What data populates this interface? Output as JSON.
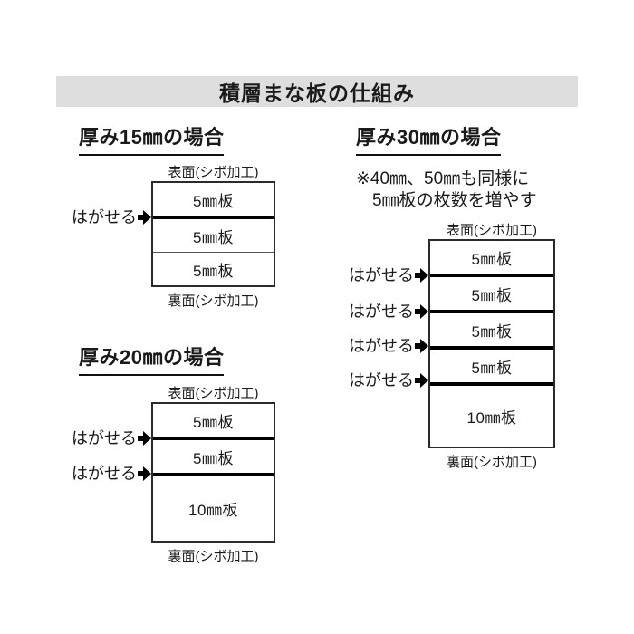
{
  "banner": {
    "title": "積層まな板の仕組み"
  },
  "shared": {
    "front_label": "表面(シボ加工)",
    "back_label": "裏面(シボ加工)",
    "peel_label": "はがせる",
    "peel_arrow_icon": "black-right-arrow"
  },
  "case15": {
    "heading": "厚み15㎜の場合",
    "layers": [
      "5㎜板",
      "5㎜板",
      "5㎜板"
    ]
  },
  "case20": {
    "heading": "厚み20㎜の場合",
    "layers": [
      "5㎜板",
      "5㎜板",
      "10㎜板"
    ]
  },
  "case30": {
    "heading": "厚み30㎜の場合",
    "note_line1": "※40㎜、50㎜も同様に",
    "note_line2": "5㎜板の枚数を増やす",
    "layers": [
      "5㎜板",
      "5㎜板",
      "5㎜板",
      "5㎜板",
      "10㎜板"
    ]
  },
  "colors": {
    "banner_bg": "#dedede",
    "text": "#1a1a1a",
    "thick_peel_line": "#000000",
    "thin_glue_line": "#555555",
    "box_border": "#2b2b2b"
  }
}
